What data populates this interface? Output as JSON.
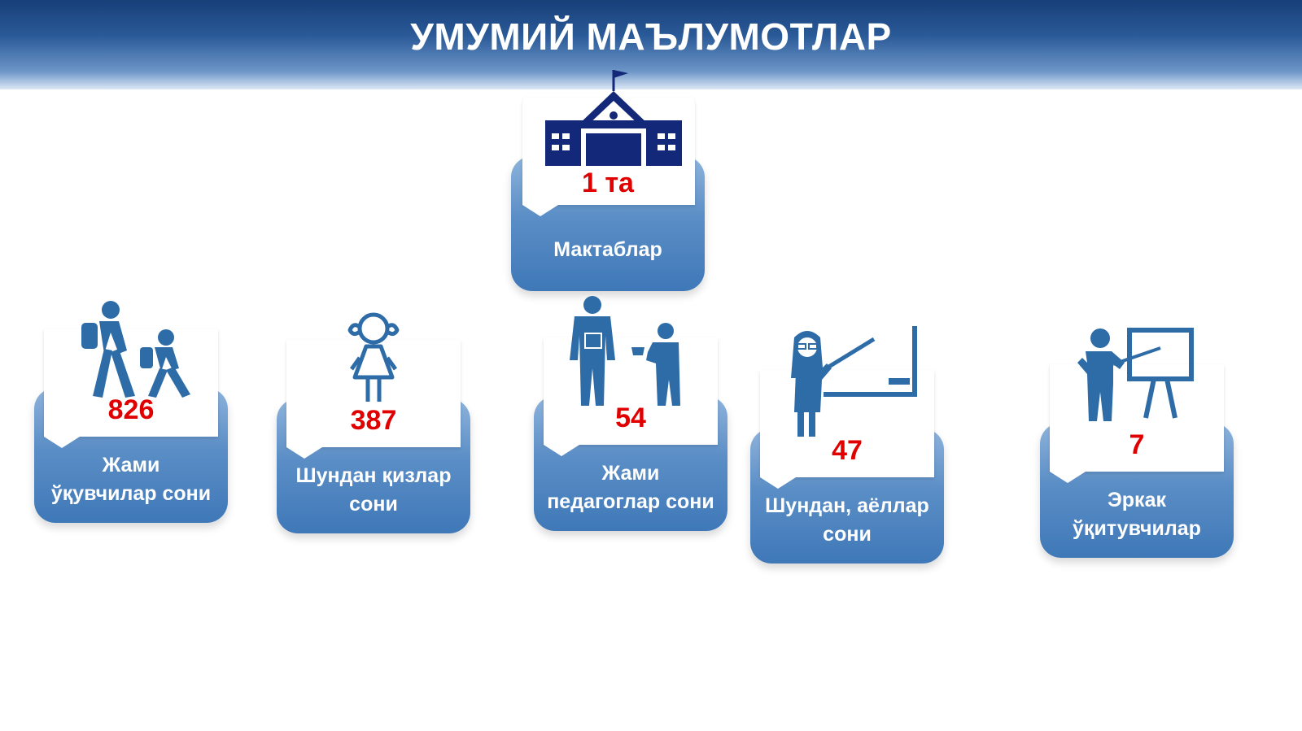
{
  "title": "УМУМИЙ МАЪЛУМОТЛАР",
  "colors": {
    "value": "#e00000",
    "card": "#5b8ec6",
    "icon": "#2e6ca8",
    "school_icon": "#14287a"
  },
  "cards": [
    {
      "value": "1 та",
      "label_line1": "Мактаблар",
      "label_line2": "",
      "icon": "school-building-icon"
    },
    {
      "value": "826",
      "label_line1": "Жами",
      "label_line2": "ўқувчилар сони",
      "icon": "students-walking-icon"
    },
    {
      "value": "387",
      "label_line1": "Шундан қизлар",
      "label_line2": "сони",
      "icon": "girl-icon"
    },
    {
      "value": "54",
      "label_line1": "Жами",
      "label_line2": "педагоглар сони",
      "icon": "teachers-icon"
    },
    {
      "value": "47",
      "label_line1": "Шундан, аёллар",
      "label_line2": "сони",
      "icon": "female-teacher-icon"
    },
    {
      "value": "7",
      "label_line1": "Эркак",
      "label_line2": "ўқитувчилар",
      "icon": "male-teacher-icon"
    }
  ]
}
